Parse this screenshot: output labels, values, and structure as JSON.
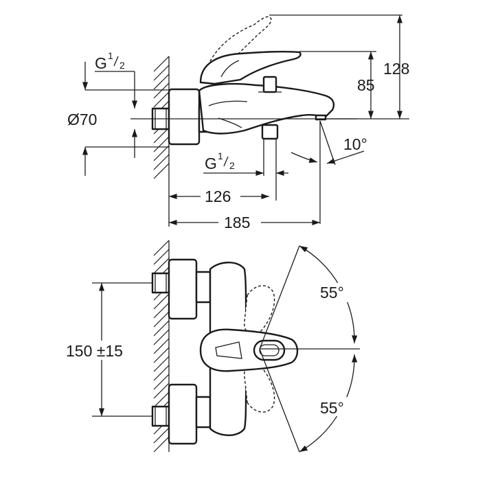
{
  "side_view": {
    "thread_top": {
      "main": "G",
      "sup": "1",
      "sub": "2"
    },
    "diameter": "Ø70",
    "thread_bottom": {
      "main": "G",
      "sup": "1",
      "sub": "2"
    },
    "height_overall": "128",
    "height_outlet": "85",
    "spout_angle": "10°",
    "depth_outlet": "126",
    "depth_overall": "185"
  },
  "front_view": {
    "centres": "150 ±15",
    "angle_top": "55°",
    "angle_bottom": "55°"
  }
}
